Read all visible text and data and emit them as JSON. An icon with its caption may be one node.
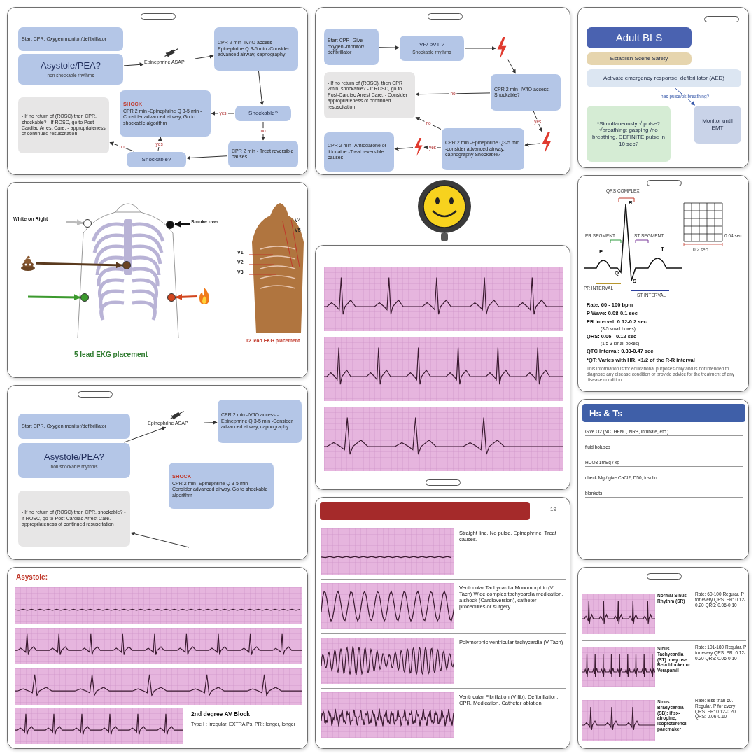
{
  "diagram": {
    "nodes": [
      {
        "text": [
          "Start CPR, Oxygen monitor/defibrillator"
        ]
      },
      {
        "text": [
          "Asystole/PEA?",
          "non shockable rhythms"
        ]
      },
      {
        "text": [
          "Epinephrine ASAP"
        ]
      },
      {
        "text": [
          "CPR 2 min -IV/IO access -Epinephrine Q 3-5 min -Consider advanced airway, capnography"
        ]
      },
      {
        "text": [
          "SHOCK",
          "CPR 2 min -Epinephrine Q 3-5 min -Consider advanced airway, Go to shockable algorithm"
        ]
      },
      {
        "text": [
          "Shockable?"
        ]
      },
      {
        "text": [
          "- If no return of (ROSC) then CPR, shockable? - If ROSC, go to Post-Cardiac Arrest Care. - appropriateness of continued resuscitation"
        ]
      },
      {
        "text": [
          "Shockable?"
        ]
      },
      {
        "text": [
          "CPR 2 min - Treat reversible causes"
        ]
      },
      {
        "text": [
          "Start CPR -Give oxygen -monitor/ defibrillator"
        ]
      },
      {
        "text": [
          "VF/ pVT ?",
          "Shockable rhythms"
        ]
      },
      {
        "text": [],
        "shape": "bolt"
      },
      {
        "text": [
          "CPR 2 min -IV/IO access. Shockable?"
        ]
      },
      {
        "text": [
          "- If no return of (ROSC), then CPR 2min, shockable? - If ROSC, go to Post-Cardiac Arrest Care. - Consider appropriateness of continued resuscitation"
        ]
      },
      {
        "text": [],
        "shape": "bolt"
      },
      {
        "text": [
          "CPR 2 min -Epinephrine Q3-5 min -consider advanced airway, capnography Shockable?"
        ]
      },
      {
        "text": [],
        "shape": "bolt"
      },
      {
        "text": [
          "CPR 2 min -Amiodarone or lidocaine -Treat reversible causes"
        ]
      },
      {
        "text": [
          "Adult BLS"
        ]
      },
      {
        "text": [
          "Establish Scene Safety"
        ]
      },
      {
        "text": [
          "Activate emergency response, defibrillator (AED)"
        ]
      },
      {
        "text": [
          "Monitor until EMT"
        ]
      },
      {
        "text": [
          "*Simultaneously √ pulse? √breathing: gasping /no breathing, DEFINITE pulse in 10 sec?"
        ]
      },
      {
        "text": [
          "White on Right"
        ]
      },
      {
        "text": [
          "Smoke over..."
        ]
      },
      {
        "text": [],
        "shape": "circle"
      },
      {
        "text": [],
        "shape": "circle"
      },
      {
        "text": [],
        "shape": "picture"
      },
      {
        "text": [],
        "shape": "circle"
      },
      {
        "text": [],
        "shape": "circle"
      },
      {
        "text": [],
        "shape": "circle"
      },
      {
        "text": [],
        "shape": "picture"
      },
      {
        "text": [
          "Start CPR, Oxygen monitor/defibrillator"
        ]
      },
      {
        "text": [
          "Asystole/PEA?",
          "non shockable rhythms"
        ]
      },
      {
        "text": [
          "Epinephrine ASAP"
        ]
      },
      {
        "text": [
          "CPR 2 min -IV/IO access -Epinephrine Q 3-5 min -Consider advanced airway, capnography"
        ]
      },
      {
        "text": [
          "SHOCK",
          "CPR 2 min -Epinephrine Q 3-5 min -Consider advanced airway, Go to shockable algorithm"
        ]
      },
      {
        "text": [
          "- If no return of (ROSC) then CPR, shockable? - If ROSC, go to Post-Cardiac Arrest Care. - appropriateness of continued resuscitation"
        ]
      }
    ],
    "edges": [
      {
        "from": 1,
        "to": 2,
        "arrow": "to"
      },
      {
        "from": 2,
        "to": 3,
        "arrow": "to"
      },
      {
        "from": 3,
        "to": 5,
        "arrow": "to"
      },
      {
        "from": 5,
        "to": 4,
        "arrow": "to",
        "label": "yes"
      },
      {
        "from": 5,
        "to": 8,
        "arrow": "to",
        "label": "no"
      },
      {
        "from": 8,
        "to": 7,
        "arrow": "to"
      },
      {
        "from": 7,
        "to": 4,
        "arrow": "to",
        "label": "yes"
      },
      {
        "from": 7,
        "to": 6,
        "arrow": "to",
        "label": "no"
      },
      {
        "from": 9,
        "to": 10,
        "arrow": "to"
      },
      {
        "from": 10,
        "to": 11,
        "arrow": "to"
      },
      {
        "from": 11,
        "to": 12,
        "arrow": "to"
      },
      {
        "from": 12,
        "to": 14,
        "arrow": "to",
        "label": "yes"
      },
      {
        "from": 12,
        "to": 13,
        "arrow": "to",
        "label": "no"
      },
      {
        "from": 14,
        "to": 15,
        "arrow": "to"
      },
      {
        "from": 15,
        "to": 13,
        "arrow": "to",
        "label": "no"
      },
      {
        "from": 15,
        "to": 16,
        "arrow": "to",
        "label": "yes"
      },
      {
        "from": 16,
        "to": 17,
        "arrow": "to"
      },
      {
        "from": 20,
        "to": 21,
        "arrow": "to",
        "label": "has pulse/ok breathing?",
        "color": "#3a5bab"
      },
      {
        "from": 23,
        "to": 25,
        "arrow": "to",
        "style": "thick",
        "color": "#bbbbbb"
      },
      {
        "from": 24,
        "to": 26,
        "arrow": "to",
        "style": "thick",
        "color": "#111111"
      },
      {
        "from": 27,
        "to": 28,
        "arrow": "to",
        "style": "thick",
        "color": "#5a3a1e"
      },
      {
        "from": null,
        "to": 29,
        "arrow": "to",
        "style": "thick",
        "color": "#3c9a2e"
      },
      {
        "from": 31,
        "to": 30,
        "arrow": "to",
        "style": "thick",
        "color": "#d2461e"
      },
      {
        "from": 33,
        "to": 34,
        "arrow": "to"
      },
      {
        "from": 34,
        "to": 35,
        "arrow": "to"
      },
      {
        "from": null,
        "to": 37,
        "arrow": "to"
      }
    ],
    "labels": [
      "QRS COMPLEX",
      "R",
      "PR SEGMENT",
      "ST SEGMENT",
      "P",
      "T",
      "Q",
      "PR INTERVAL",
      "S",
      "ST INTERVAL",
      "0.04 sec",
      "0.2 sec",
      "Rate: 60 - 100 bpm",
      "P Wave: 0.08-0.1 sec",
      "PR Interval: 0.12-0.2 sec",
      "(3-5 small boxes)",
      "QRS: 0.06 - 0.12 sec",
      "(1.5-3 small boxes)",
      "QTC Interval: 0.33-0.47 sec",
      "*QT: Varies with HR, <1/2 of the R-R interval",
      "This information is for educational purposes only and is not intended to diagnose any disease condition or provide advice for the treatment of any disease condition.",
      "5 lead EKG placement",
      "V1",
      "V2",
      "V3",
      "V4",
      "V5",
      "12 lead EKG placement",
      "Hs & Ts",
      "Give O2 (NC, HFNC, NRB, intubate, etc.)",
      "fluid boluses",
      "HCO3 1mEq / kg",
      "check Mg / give CaCl2, D50, insulin",
      "blankets",
      "19",
      "Straight line, No pulse, Epinephrine. Treat causes.",
      "Ventricular Tachycardia Monomorphic (V Tach) Wide complex tachycardia medication, a shock (Cardioversion), catheter procedures or surgery.",
      "Polymorphic ventricular tachycardia (V Tach)",
      "Ventricular Fibrillation (V fib): Defibrillation. CPR. Medication. Catheter ablation.",
      "Asystole:",
      "2nd degree AV Block",
      "Type I : irregular, EXTRA Ps, PRI: longer, longer",
      "Normal Sinus Rhythm (SR)",
      "Rate: 60-100 Regular. P for every QRS. PR: 0.12-0.20 QRS: 0.06-0.10",
      "Sinus Tachycardia (ST): may use Beta blocker or Verapamil",
      "Rate: 101-180 Regular. P for every QRS. PR: 0.12-0.20 QRS: 0.06-0.10",
      "Sinus Bradycardia (SB): if sx- atropine, isoproterenol, pacemaker",
      "Rate: less than 60. Regular. P for every QRS. PR: 0.12-0.20 QRS: 0.06-0.10"
    ]
  }
}
